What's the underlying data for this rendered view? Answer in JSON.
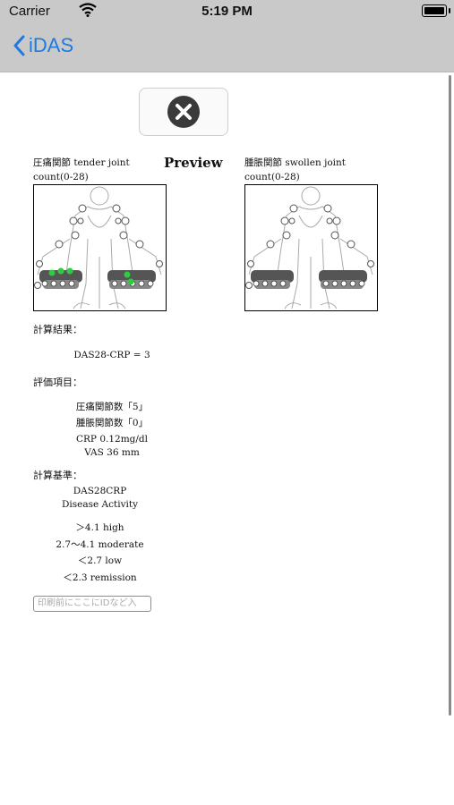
{
  "status_bar": {
    "carrier": "Carrier",
    "time": "5:19 PM"
  },
  "nav": {
    "back_label": "iDAS"
  },
  "preview": {
    "title": "Preview"
  },
  "tender": {
    "caption": "圧痛関節 tender joint count(0-28)"
  },
  "swollen": {
    "caption": "腫脹関節 swollen joint count(0-28)"
  },
  "results": {
    "heading": "計算結果：",
    "das28_crp": "DAS28-CRP = 3"
  },
  "evaluation": {
    "heading": "評価項目：",
    "tender_count": "圧痛関節数「5」",
    "swollen_count": "腫脹関節数「0」",
    "crp": "CRP 0.12mg/dl",
    "vas": "VAS 36 mm"
  },
  "criteria": {
    "heading": "計算基準：",
    "name": "DAS28CRP",
    "subtitle": "Disease Activity",
    "high": "＞4.1 high",
    "moderate": "2.7〜4.1 moderate",
    "low": "＜2.7 low",
    "remission": "＜2.3 remission"
  },
  "id_field": {
    "placeholder": "印刷前にここにIDなど入"
  },
  "colors": {
    "accent": "#1f7ae0",
    "marked_joint": "#2ecc40",
    "bar_bg": "#c9c9c9"
  }
}
